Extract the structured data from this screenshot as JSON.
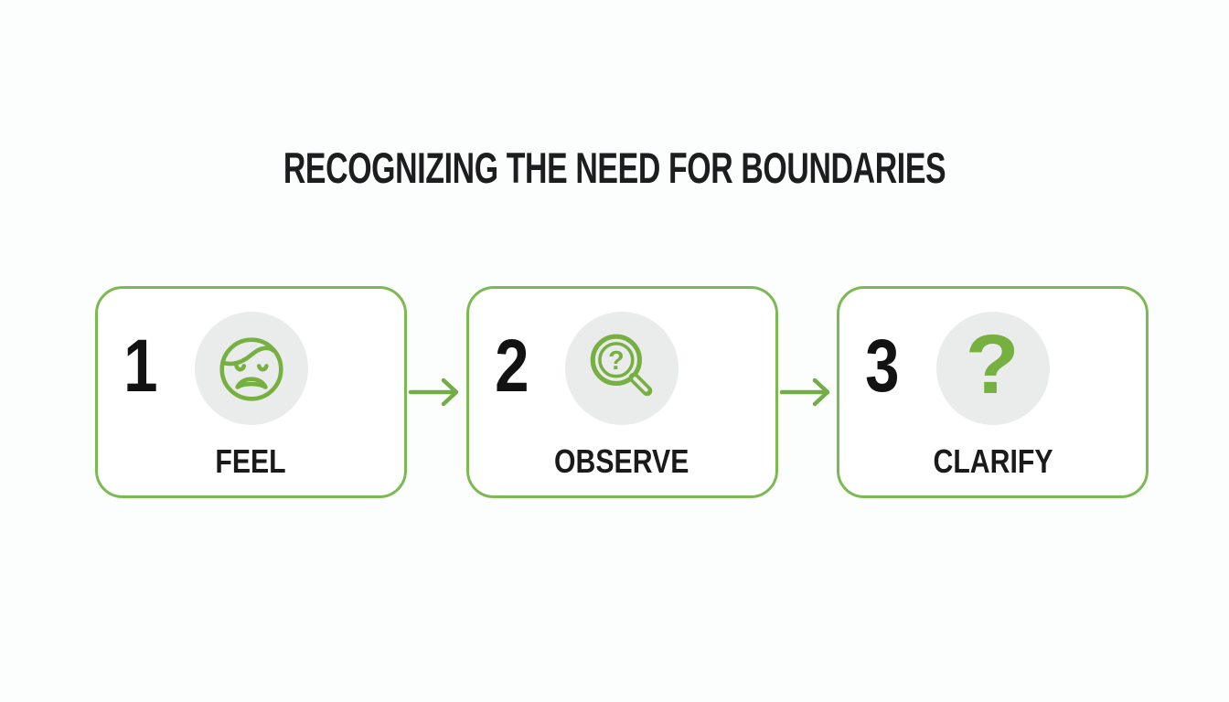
{
  "title": "RECOGNIZING THE NEED FOR BOUNDARIES",
  "colors": {
    "box_border_green": "#7cb953",
    "icon_green": "#76b041",
    "icon_circle_gray": "#eaebeb",
    "text_dark": "#1d1d1f",
    "background": "#fcfdfd"
  },
  "steps": [
    {
      "number": "1",
      "label": "FEEL",
      "icon": "sad-face-icon"
    },
    {
      "number": "2",
      "label": "OBSERVE",
      "icon": "magnifier-question-icon"
    },
    {
      "number": "3",
      "label": "CLARIFY",
      "icon": "question-mark-icon"
    }
  ],
  "icons": {
    "question_glyph": "?"
  },
  "connector": "right-arrow"
}
